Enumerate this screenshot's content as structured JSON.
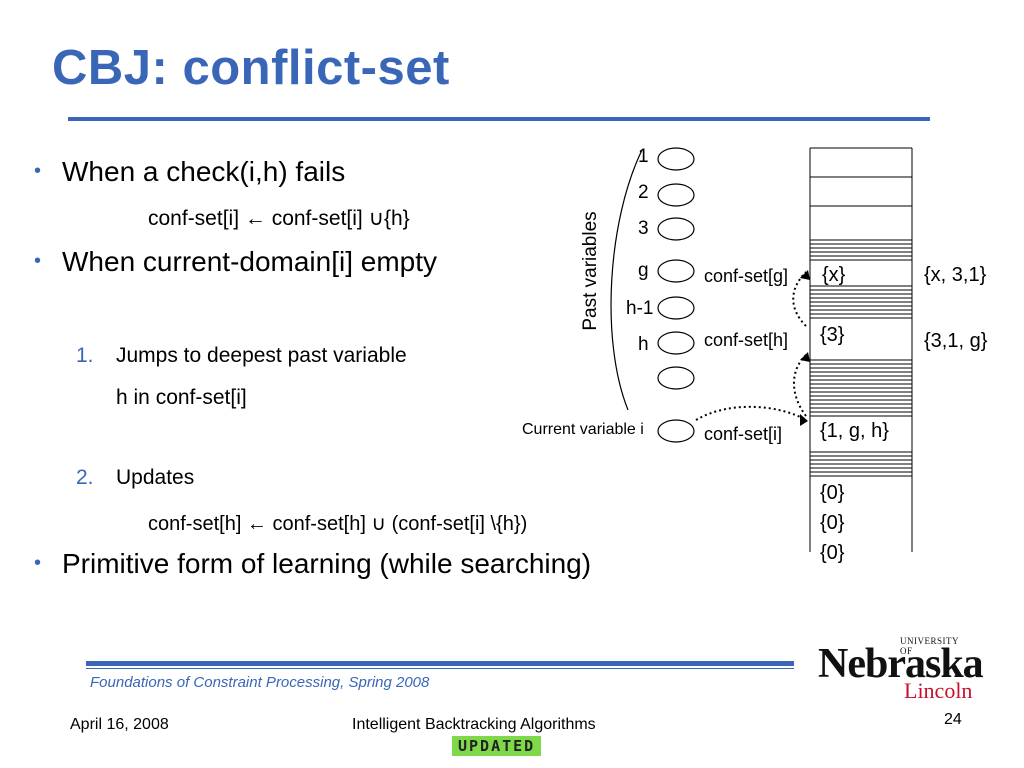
{
  "title": "CBJ: conflict-set",
  "bullets": {
    "b1": "When a check(i,h) fails",
    "b1_sub": "conf-set[i] ← conf-set[i] ∪{h}",
    "b2": "When current-domain[i] empty",
    "n1_num": "1.",
    "n1_line1": "Jumps to deepest past variable",
    "n1_line2": "h in conf-set[i]",
    "n2_num": "2.",
    "n2_text": "Updates",
    "n2_sub": "conf-set[h] ← conf-set[h] ∪ (conf-set[i] \\{h})",
    "b3": "Primitive form of learning (while searching)"
  },
  "diagram": {
    "past_variables_label": "Past variables",
    "current_variable_label": "Current variable i",
    "var_labels": [
      "1",
      "2",
      "3",
      "g",
      "h-1",
      "h"
    ],
    "confset_g": "conf-set[g]",
    "confset_h": "conf-set[h]",
    "confset_i": "conf-set[i]",
    "cell_g": "{x}",
    "cell_h": "{3}",
    "cell_i": "{1, g, h}",
    "after_g": "{x, 3,1}",
    "after_h": "{3,1, g}",
    "zeros": [
      "{0}",
      "{0}",
      "{0}"
    ]
  },
  "footer": {
    "course": "Foundations of Constraint Processing, Spring 2008",
    "date": "April 16, 2008",
    "topic": "Intelligent Backtracking Algorithms",
    "page": "24",
    "stamp": "UPDATED"
  },
  "logo": {
    "university": "UNIVERSITY OF",
    "name": "Nebraska",
    "campus": "Lincoln"
  }
}
